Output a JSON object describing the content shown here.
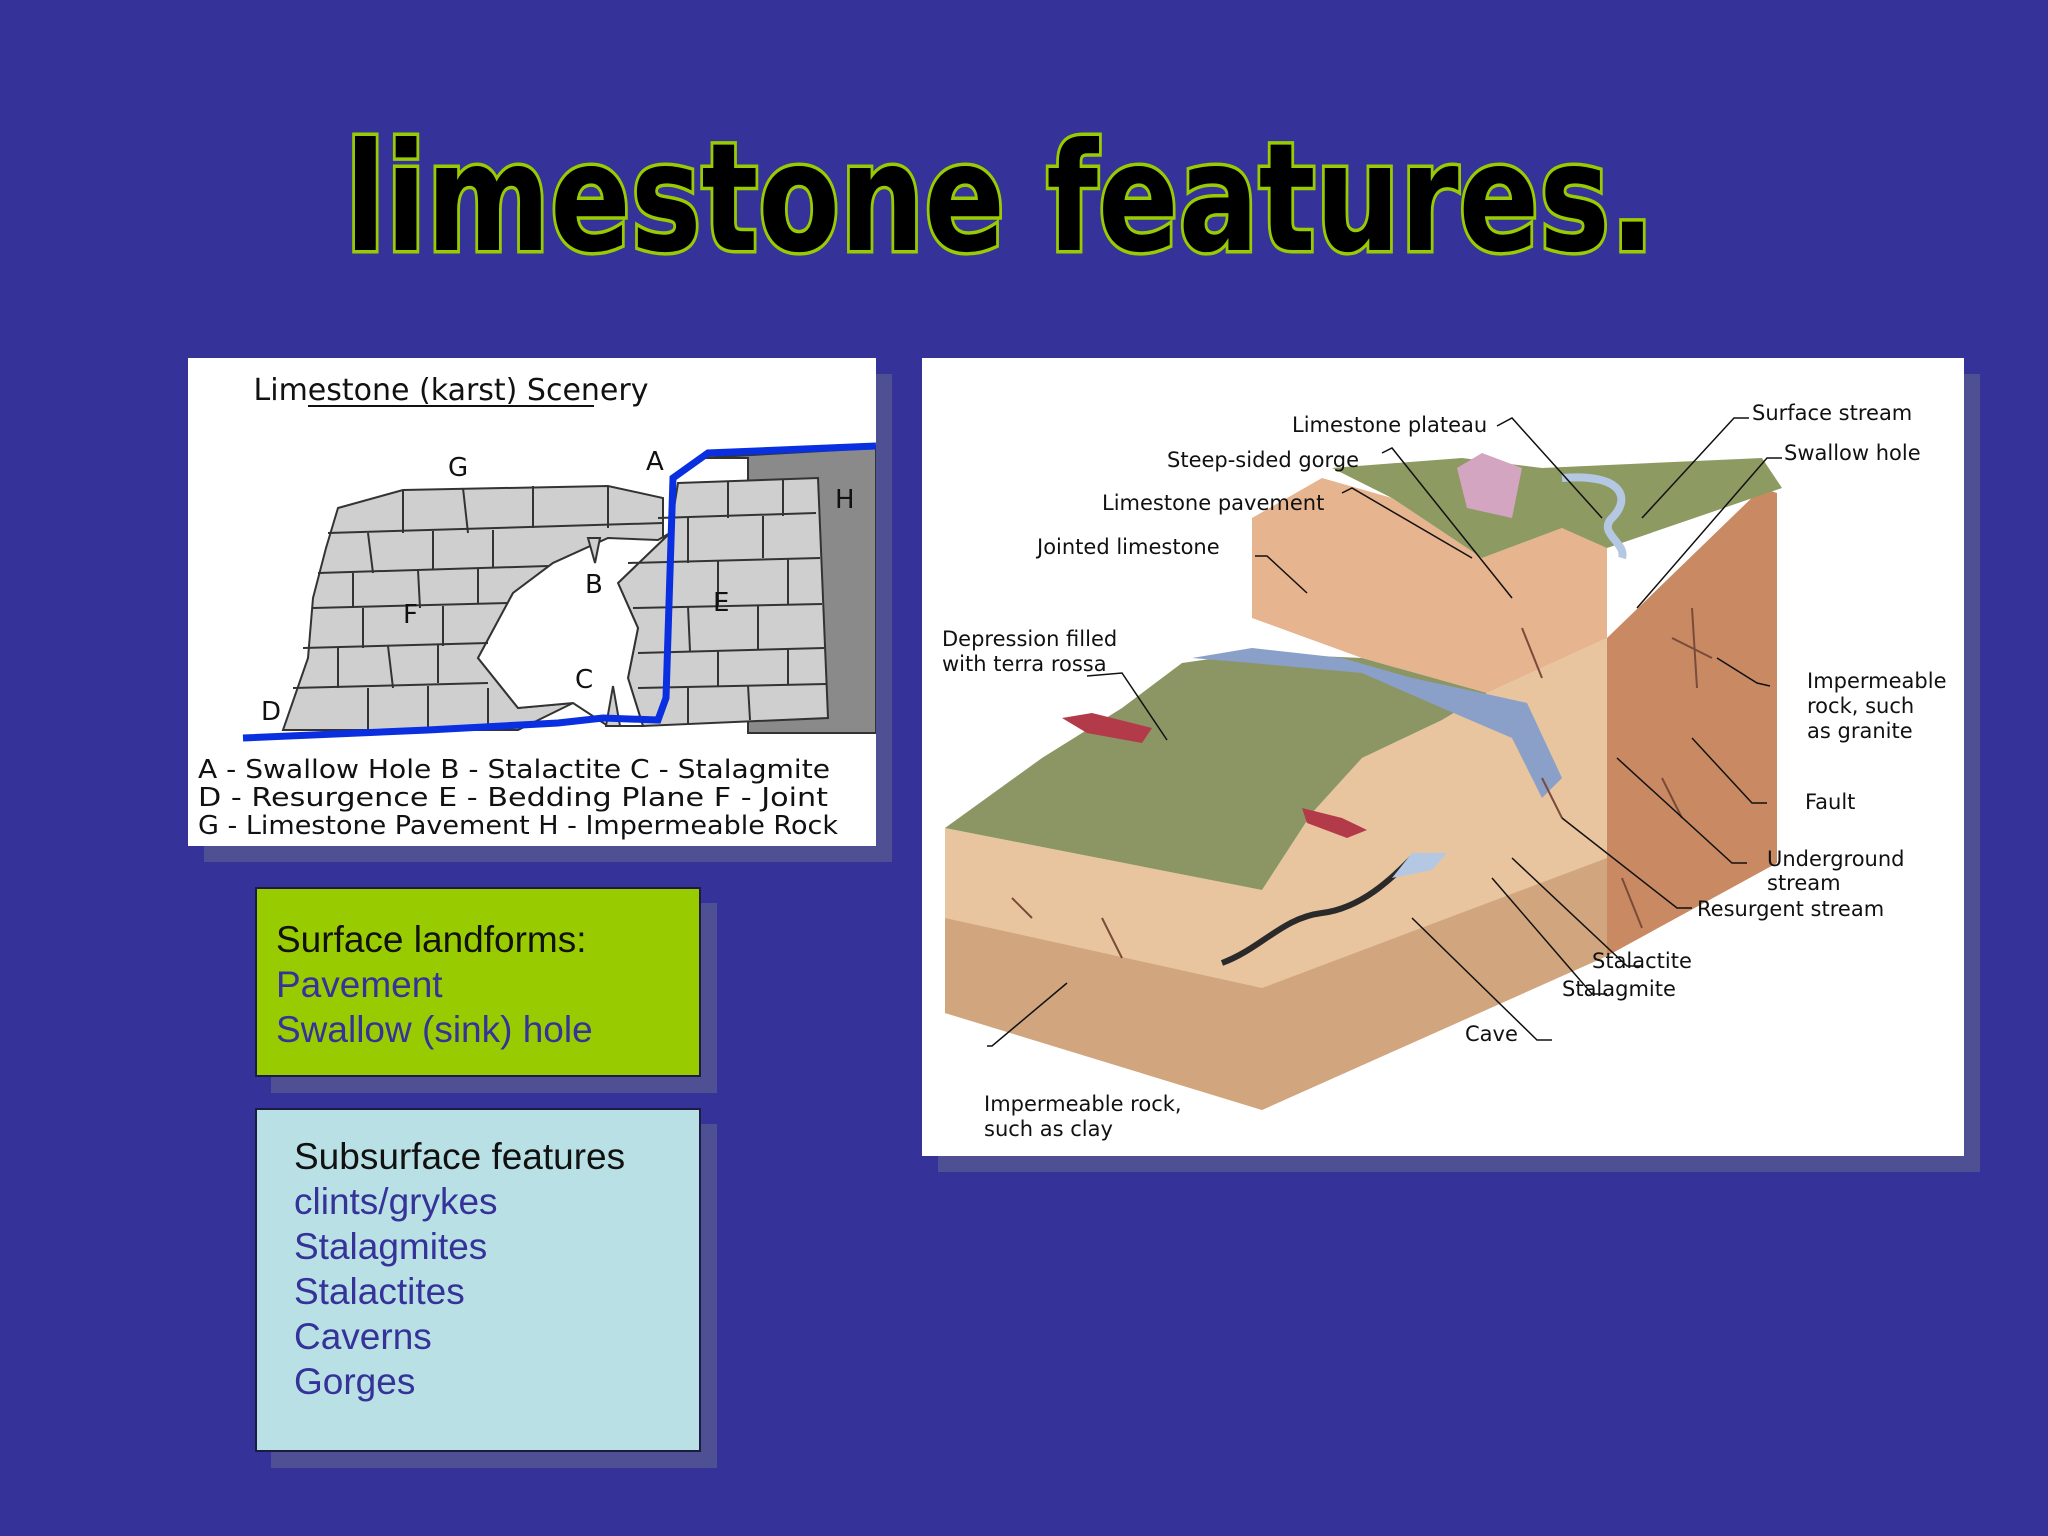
{
  "slide": {
    "title": "limestone features.",
    "colors": {
      "background": "#353399",
      "title_fill": "#000000",
      "title_outline": "#99cc00"
    }
  },
  "karst_diagram": {
    "title": "Limestone (karst) Scenery",
    "letters": {
      "A": "A",
      "B": "B",
      "C": "C",
      "D": "D",
      "E": "E",
      "F": "F",
      "G": "G",
      "H": "H"
    },
    "key_lines": [
      "A - Swallow Hole B - Stalactite  C - Stalagmite",
      "D - Resurgence    E - Bedding Plane    F - Joint",
      "G - Limestone Pavement  H - Impermeable Rock"
    ]
  },
  "block_diagram": {
    "labels": {
      "limestone_plateau": "Limestone plateau",
      "steep_sided_gorge": "Steep-sided gorge",
      "limestone_pavement": "Limestone pavement",
      "jointed_limestone": "Jointed limestone",
      "depression_line1": "Depression filled",
      "depression_line2": "with terra rossa",
      "surface_stream": "Surface stream",
      "swallow_hole": "Swallow hole",
      "impermeable_granite_line1": "Impermeable",
      "impermeable_granite_line2": "rock, such",
      "impermeable_granite_line3": "as granite",
      "fault": "Fault",
      "underground_stream_line1": "Underground",
      "underground_stream_line2": "stream",
      "resurgent_stream": "Resurgent stream",
      "stalactite": "Stalactite",
      "stalagmite": "Stalagmite",
      "cave": "Cave",
      "impermeable_clay_line1": "Impermeable rock,",
      "impermeable_clay_line2": "such as clay"
    }
  },
  "surface_box": {
    "heading": "Surface landforms:",
    "items": [
      "Pavement",
      "Swallow (sink) hole"
    ]
  },
  "subsurface_box": {
    "heading": "Subsurface features",
    "items": [
      "clints/grykes",
      "Stalagmites",
      "Stalactites",
      "Caverns",
      "Gorges"
    ]
  }
}
